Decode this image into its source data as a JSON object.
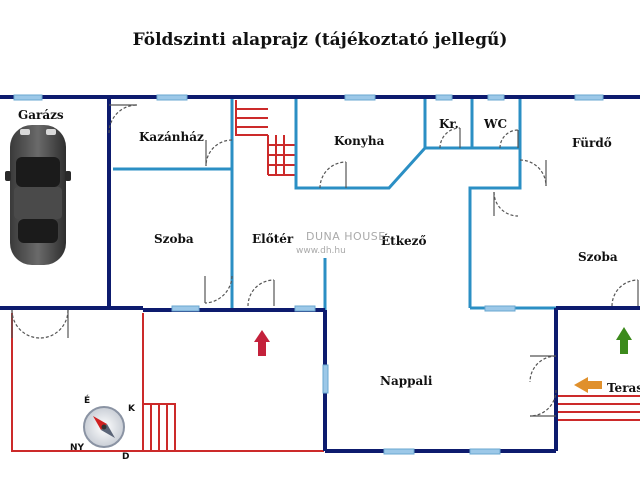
{
  "title": "Földszinti alaprajz (tájékoztató jellegű)",
  "rooms": {
    "garazs": "Garázs",
    "kazanhaz": "Kazánház",
    "konyha": "Konyha",
    "kamra": "Kr.",
    "wc": "WC",
    "furdo": "Fürdő",
    "szoba_left": "Szoba",
    "eloter": "Előtér",
    "etkezo": "Étkező",
    "szoba_right": "Szoba",
    "nappali": "Nappali",
    "terasz": "Teras"
  },
  "watermark": {
    "brand": "DUNA HOUSE",
    "url": "www.dh.hu"
  },
  "compass": {
    "n": "É",
    "e": "K",
    "s": "D",
    "w": "NY"
  },
  "colors": {
    "wall": "#0d1b6e",
    "partition": "#2b8fc4",
    "window": "#9cc8e8",
    "door": "#555555",
    "terrace": "#cc2a2a",
    "arrow_red": "#c4213b",
    "arrow_green": "#3c8a1c",
    "arrow_orange": "#e0902c"
  }
}
